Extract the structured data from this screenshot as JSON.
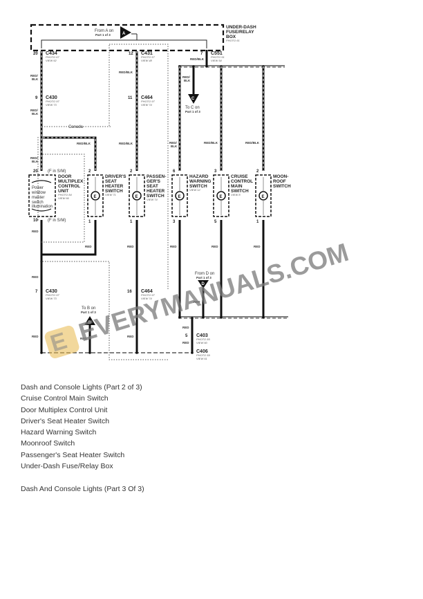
{
  "diagram": {
    "fuse_box": {
      "label_lines": [
        "UNDER-DASH",
        "FUSE/RELAY",
        "BOX"
      ],
      "photo": "PHOTO 61"
    },
    "from_a": {
      "line1": "From A on",
      "line2": "Part 1 of 3",
      "letter": "A"
    },
    "to_c": {
      "line1": "To C on",
      "line2": "Part 1 of 3",
      "letter": "C"
    },
    "from_d": {
      "line1": "From D on",
      "line2": "Part 1 of 3",
      "letter": "D"
    },
    "to_b": {
      "line1": "To B on",
      "line2": "Part 1 of 3",
      "letter": "B"
    },
    "canada": "Canada",
    "connectors": [
      {
        "id": "C434",
        "pin": "20",
        "photo": "PHOTO 67",
        "view": "VIEW 62"
      },
      {
        "id": "C431",
        "pin": "12",
        "photo": "PHOTO 57",
        "view": "VIEW 48"
      },
      {
        "id": "C551",
        "pin": "7",
        "photo": "PHOTO 51",
        "view": "VIEW 54"
      },
      {
        "id": "C430",
        "pin": "9",
        "photo": "PHOTO 97",
        "view": "VIEW 73"
      },
      {
        "id": "C464",
        "pin": "11",
        "photo": "PHOTO 97",
        "view": "VIEW 74"
      },
      {
        "id": "C430",
        "pin": "7",
        "photo": "PHOTO 97",
        "view": "VIEW 73"
      },
      {
        "id": "C464",
        "pin": "16",
        "photo": "PHOTO 97",
        "view": "VIEW 74"
      },
      {
        "id": "C403",
        "pin": "5",
        "photo": "PHOTO 85",
        "view": "VIEW 60"
      },
      {
        "id": "C406",
        "pin": "",
        "photo": "PHOTO 59",
        "view": "VIEW 61"
      }
    ],
    "wires": {
      "red_blk": "RED/BLK",
      "red_blk_split": [
        "RED/",
        "BLK"
      ],
      "red": "RED"
    },
    "door_unit": {
      "label_lines": [
        "DOOR",
        "MULTIPLEX",
        "CONTROL",
        "UNIT"
      ],
      "photo": "PHOTO 84",
      "view": "VIEW 66",
      "inner_lines": [
        "Power",
        "window",
        "master",
        "switch",
        "illumination"
      ],
      "pin_top": "20",
      "pin_top_note": "(F in S/M)",
      "pin_bottom": "10",
      "pin_bottom_note": "(F in S/M)"
    },
    "switches": [
      {
        "label_lines": [
          "DRIVER'S",
          "SEAT",
          "HEATER",
          "SWITCH"
        ],
        "view": "VIEW 71",
        "pin_top": "2",
        "pin_bottom": "1"
      },
      {
        "label_lines": [
          "PASSEN-",
          "GER'S",
          "SEAT",
          "HEATER",
          "SWITCH"
        ],
        "view": "VIEW 74",
        "pin_top": "2",
        "pin_bottom": "1"
      },
      {
        "label_lines": [
          "HAZARD",
          "WARNING",
          "SWITCH"
        ],
        "view": "VIEW 12",
        "pin_top": "6",
        "pin_bottom": "3"
      },
      {
        "label_lines": [
          "CRUISE",
          "CONTROL",
          "MAIN",
          "SWITCH"
        ],
        "view": "VIEW 8",
        "pin_top": "3",
        "pin_bottom": "5"
      },
      {
        "label_lines": [
          "MOON-",
          "ROOF",
          "SWITCH"
        ],
        "view": "",
        "pin_top": "2",
        "pin_bottom": "1"
      }
    ],
    "watermark": "EVERYMANUALS.COM"
  },
  "text_list": {
    "items": [
      "Dash and Console Lights (Part 2 of 3)",
      "Cruise Control Main Switch",
      "Door Multiplex Control Unit",
      "Driver's Seat Heater Switch",
      "Hazard Warning Switch",
      "Moonroof Switch",
      "Passenger's Seat Heater Switch",
      "Under-Dash Fuse/Relay Box"
    ],
    "next_section": "Dash And Console Lights (Part 3 Of 3)"
  }
}
